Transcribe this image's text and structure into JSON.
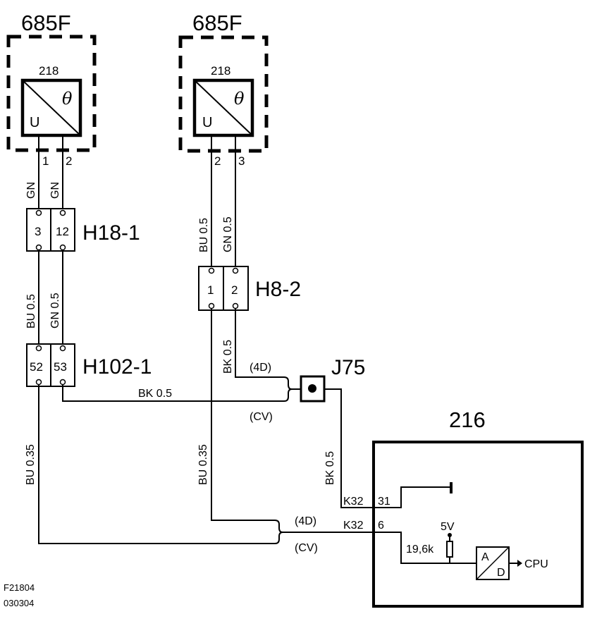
{
  "sensors": [
    {
      "zone": "685F",
      "id": "218",
      "sym_u": "U",
      "sym_theta": "θ",
      "pins": [
        "1",
        "2"
      ],
      "wires": [
        "GN",
        "GN"
      ]
    },
    {
      "zone": "685F",
      "id": "218",
      "sym_u": "U",
      "sym_theta": "θ",
      "pins": [
        "2",
        "3"
      ],
      "wires": [
        "BU  0.5",
        "GN  0.5"
      ]
    }
  ],
  "connectors": {
    "h18_1": {
      "label": "H18-1",
      "pins": [
        "3",
        "12"
      ]
    },
    "h8_2": {
      "label": "H8-2",
      "pins": [
        "1",
        "2"
      ]
    },
    "h102_1": {
      "label": "H102-1",
      "pins": [
        "52",
        "53"
      ]
    },
    "j75": {
      "label": "J75"
    }
  },
  "wires": {
    "h18_bu": "BU  0.5",
    "h18_gn": "GN  0.5",
    "h8_bk": "BK  0.5",
    "h102_bk": "BK  0.5",
    "h102_bu": "BU  0.35",
    "h8_bu": "BU  0.35",
    "j75_bk": "BK  0.5"
  },
  "variants": {
    "upper_4d": "(4D)",
    "upper_cv": "(CV)",
    "lower_4d": "(4D)",
    "lower_cv": "(CV)"
  },
  "ecu": {
    "id": "216",
    "pin_a_conn": "K32",
    "pin_a_num": "31",
    "pin_b_conn": "K32",
    "pin_b_num": "6",
    "supply": "5V",
    "resistor": "19,6k",
    "adc_a": "A",
    "adc_d": "D",
    "cpu": "CPU"
  },
  "footer": {
    "figure": "F21804",
    "date": "030304"
  }
}
